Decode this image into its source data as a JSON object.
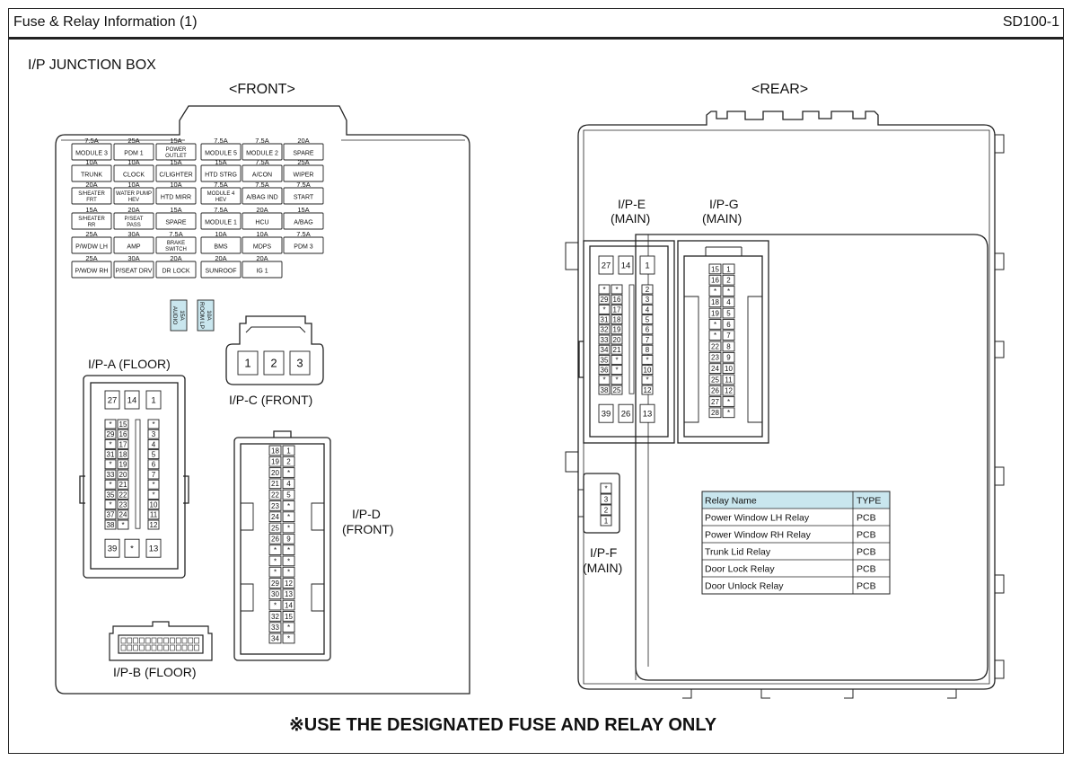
{
  "header": {
    "title": "Fuse & Relay Information (1)",
    "code": "SD100-1"
  },
  "section_title": "I/P JUNCTION BOX",
  "front_label": "<FRONT>",
  "rear_label": "<REAR>",
  "footer_note": "※USE THE DESIGNATED FUSE AND RELAY ONLY",
  "fuses": [
    [
      [
        "7.5A",
        "MODULE 3"
      ],
      [
        "25A",
        "PDM 1"
      ],
      [
        "15A",
        "POWER OUTLET"
      ],
      [
        "7.5A",
        "MODULE 5"
      ],
      [
        "7.5A",
        "MODULE 2"
      ],
      [
        "20A",
        "SPARE"
      ]
    ],
    [
      [
        "10A",
        "TRUNK"
      ],
      [
        "10A",
        "CLOCK"
      ],
      [
        "15A",
        "C/LIGHTER"
      ],
      [
        "15A",
        "HTD STRG"
      ],
      [
        "7.5A",
        "A/CON"
      ],
      [
        "25A",
        "WIPER"
      ]
    ],
    [
      [
        "20A",
        "S/HEATER FRT"
      ],
      [
        "10A",
        "WATER PUMP HEV"
      ],
      [
        "10A",
        "HTD MIRR"
      ],
      [
        "7.5A",
        "MODULE 4 HEV"
      ],
      [
        "7.5A",
        "A/BAG IND"
      ],
      [
        "7.5A",
        "START"
      ]
    ],
    [
      [
        "15A",
        "S/HEATER RR"
      ],
      [
        "20A",
        "P/SEAT PASS"
      ],
      [
        "15A",
        "SPARE"
      ],
      [
        "7.5A",
        "MODULE 1"
      ],
      [
        "20A",
        "HCU"
      ],
      [
        "15A",
        "A/BAG"
      ]
    ],
    [
      [
        "25A",
        "P/WDW LH"
      ],
      [
        "30A",
        "AMP"
      ],
      [
        "7.5A",
        "BRAKE SWITCH"
      ],
      [
        "10A",
        "BMS"
      ],
      [
        "10A",
        "MDPS"
      ],
      [
        "7.5A",
        "PDM 3"
      ]
    ],
    [
      [
        "25A",
        "P/WDW RH"
      ],
      [
        "30A",
        "P/SEAT DRV"
      ],
      [
        "20A",
        "DR LOCK"
      ],
      [
        "20A",
        "SUNROOF"
      ],
      [
        "20A",
        "IG 1"
      ],
      null
    ]
  ],
  "mini_fuses": [
    [
      "15A",
      "AUDIO"
    ],
    [
      "10A",
      "ROOM LP"
    ]
  ],
  "connectors": {
    "ipa": {
      "label": "I/P-A (FLOOR)",
      "top": [
        "27",
        "14",
        "1"
      ],
      "rows": [
        [
          "*",
          "15",
          "*"
        ],
        [
          "29",
          "16",
          "3"
        ],
        [
          "*",
          "17",
          "4"
        ],
        [
          "31",
          "18",
          "5"
        ],
        [
          "*",
          "19",
          "6"
        ],
        [
          "33",
          "20",
          "7"
        ],
        [
          "*",
          "21",
          "*"
        ],
        [
          "35",
          "22",
          "*"
        ],
        [
          "*",
          "23",
          "10"
        ],
        [
          "37",
          "24",
          "11"
        ],
        [
          "38",
          "*",
          "12"
        ]
      ],
      "bottom": [
        "39",
        "*",
        "13"
      ]
    },
    "ipb": {
      "label": "I/P-B (FLOOR)"
    },
    "ipc": {
      "label": "I/P-C (FRONT)",
      "pins": [
        "1",
        "2",
        "3"
      ]
    },
    "ipd": {
      "label1": "I/P-D",
      "label2": "(FRONT)",
      "rows": [
        [
          "18",
          "1"
        ],
        [
          "19",
          "2"
        ],
        [
          "20",
          "*"
        ],
        [
          "21",
          "4"
        ],
        [
          "22",
          "5"
        ],
        [
          "23",
          "*"
        ],
        [
          "24",
          "*"
        ],
        [
          "25",
          "*"
        ],
        [
          "26",
          "9"
        ],
        [
          "*",
          "*"
        ],
        [
          "*",
          "*"
        ],
        [
          "*",
          "*"
        ],
        [
          "29",
          "12"
        ],
        [
          "30",
          "13"
        ],
        [
          "*",
          "14"
        ],
        [
          "32",
          "15"
        ],
        [
          "33",
          "*"
        ],
        [
          "34",
          "*"
        ]
      ]
    },
    "ipe": {
      "label1": "I/P-E",
      "label2": "(MAIN)",
      "top": [
        "27",
        "14",
        "1"
      ],
      "rows": [
        [
          "*",
          "*",
          "2"
        ],
        [
          "29",
          "16",
          "3"
        ],
        [
          "*",
          "17",
          "4"
        ],
        [
          "31",
          "18",
          "5"
        ],
        [
          "32",
          "19",
          "6"
        ],
        [
          "33",
          "20",
          "7"
        ],
        [
          "34",
          "21",
          "8"
        ],
        [
          "35",
          "*",
          "*"
        ],
        [
          "36",
          "*",
          "10"
        ],
        [
          "*",
          "*",
          "*"
        ],
        [
          "38",
          "25",
          "12"
        ]
      ],
      "bottom": [
        "39",
        "26",
        "13"
      ]
    },
    "ipg": {
      "label1": "I/P-G",
      "label2": "(MAIN)",
      "rows": [
        [
          "15",
          "1"
        ],
        [
          "16",
          "2"
        ],
        [
          "*",
          "*"
        ],
        [
          "18",
          "4"
        ],
        [
          "19",
          "5"
        ],
        [
          "*",
          "6"
        ],
        [
          "*",
          "7"
        ],
        [
          "22",
          "8"
        ],
        [
          "23",
          "9"
        ],
        [
          "24",
          "10"
        ],
        [
          "25",
          "11"
        ],
        [
          "26",
          "12"
        ],
        [
          "27",
          "*"
        ],
        [
          "28",
          "*"
        ]
      ]
    },
    "ipf": {
      "label1": "I/P-F",
      "label2": "(MAIN)",
      "pins": [
        "*",
        "3",
        "2",
        "1"
      ]
    }
  },
  "relay_table": {
    "headers": [
      "Relay Name",
      "TYPE"
    ],
    "rows": [
      [
        "Power Window LH Relay",
        "PCB"
      ],
      [
        "Power Window RH Relay",
        "PCB"
      ],
      [
        "Trunk Lid Relay",
        "PCB"
      ],
      [
        "Door Lock Relay",
        "PCB"
      ],
      [
        "Door Unlock Relay",
        "PCB"
      ]
    ]
  }
}
